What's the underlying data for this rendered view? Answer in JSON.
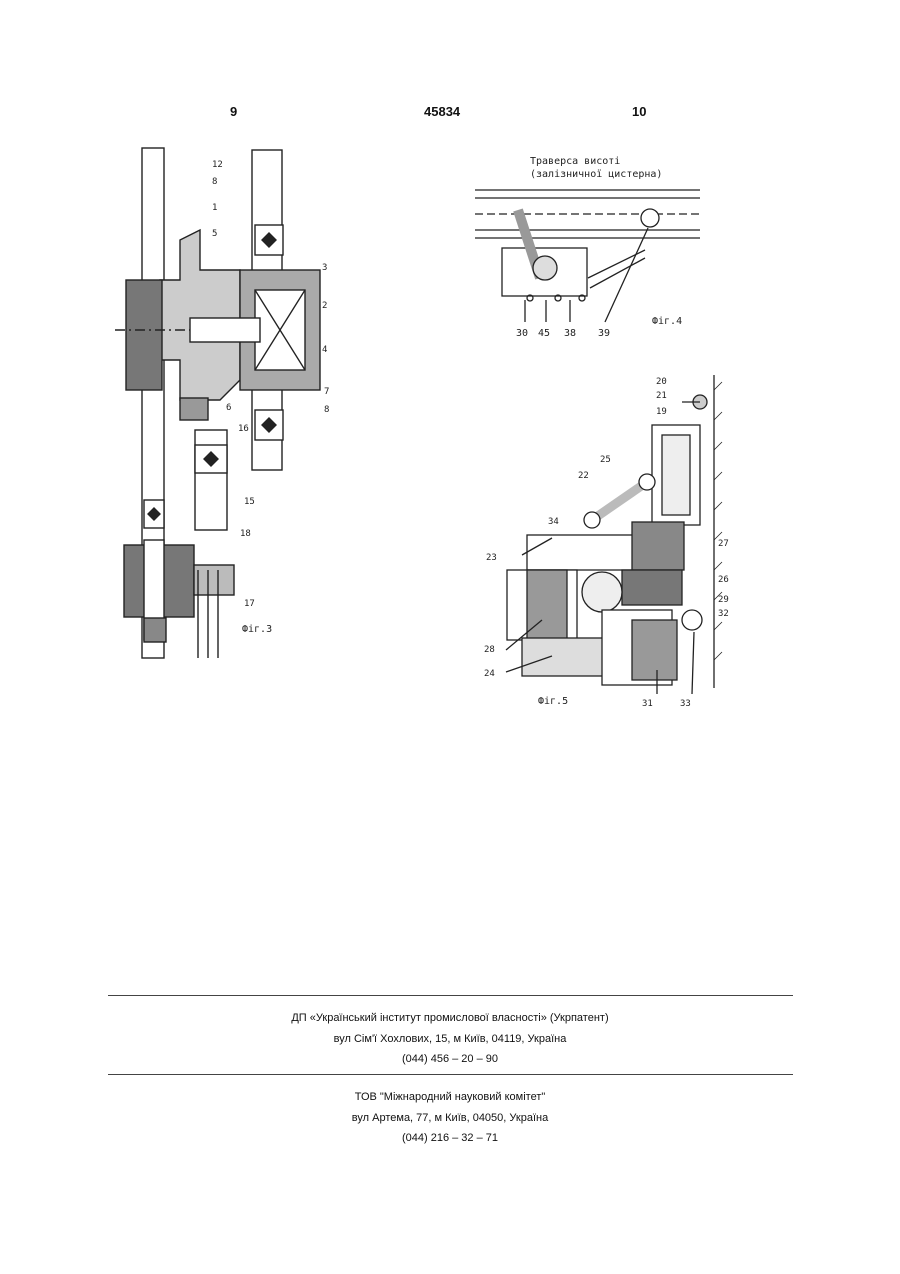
{
  "header": {
    "left_col": "9",
    "doc_number": "45834",
    "right_col": "10"
  },
  "fig3": {
    "caption": "Фіг.3",
    "labels": [
      "12",
      "8",
      "1",
      "5",
      "3",
      "2",
      "4",
      "6",
      "16",
      "7",
      "8",
      "15",
      "18",
      "17"
    ]
  },
  "fig4": {
    "caption": "Фіг.4",
    "title_line1": "Траверса висоті",
    "title_line2": "(залізничної цистерна)",
    "labels": [
      "30",
      "45",
      "38",
      "39"
    ]
  },
  "fig5": {
    "caption": "Фіг.5",
    "labels": [
      "20",
      "21",
      "19",
      "22",
      "25",
      "34",
      "23",
      "27",
      "26",
      "29",
      "32",
      "28",
      "24",
      "31",
      "33"
    ]
  },
  "footer": {
    "org1_name": "ДП «Український інститут промислової власності» (Укрпатент)",
    "org1_address": "вул  Сім'ї Хохлових, 15, м  Київ, 04119, Україна",
    "org1_phone": "(044) 456 – 20 –  90",
    "org2_name": "ТОВ \"Міжнародний науковий комітет\"",
    "org2_address": "вул  Артема, 77, м  Київ, 04050, Україна",
    "org2_phone": "(044) 216 – 32 – 71"
  }
}
